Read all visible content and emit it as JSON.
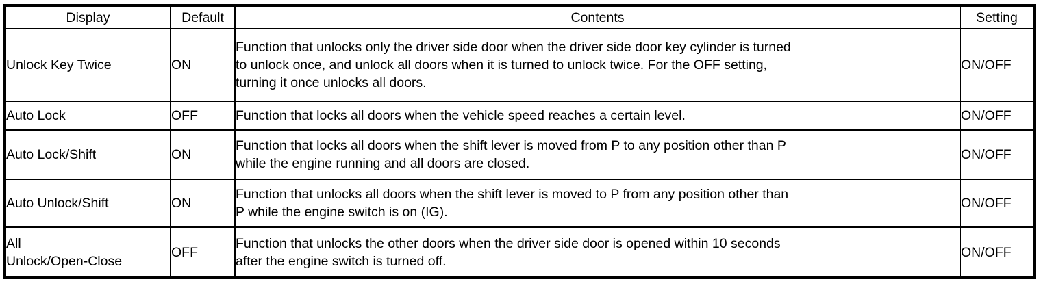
{
  "table": {
    "headers": {
      "display": "Display",
      "default": "Default",
      "contents": "Contents",
      "setting": "Setting"
    },
    "rows": [
      {
        "display_lines": [
          "Unlock Key Twice"
        ],
        "default": "ON",
        "contents_lines": [
          "Function that unlocks only the driver side door when the driver side door key cylinder is turned",
          "to unlock once, and unlock all doors when it is turned to unlock twice. For the OFF setting,",
          "turning it once unlocks all doors."
        ],
        "setting": "ON/OFF"
      },
      {
        "display_lines": [
          "Auto Lock"
        ],
        "default": "OFF",
        "contents_lines": [
          "Function that locks all doors when the vehicle speed reaches a certain level."
        ],
        "setting": "ON/OFF"
      },
      {
        "display_lines": [
          "Auto Lock/Shift"
        ],
        "default": "ON",
        "contents_lines": [
          "Function that locks all doors when the shift lever is moved from P to any position other than P",
          "while the engine running and all doors are closed."
        ],
        "setting": "ON/OFF"
      },
      {
        "display_lines": [
          "Auto Unlock/Shift"
        ],
        "default": "ON",
        "contents_lines": [
          "Function that unlocks all doors when the shift lever is moved to P from any position other than",
          "P while the engine switch is on (IG)."
        ],
        "setting": "ON/OFF"
      },
      {
        "display_lines": [
          "All",
          "Unlock/Open-Close"
        ],
        "default": "OFF",
        "contents_lines": [
          "Function that unlocks the other doors when the driver side door is opened within 10 seconds",
          "after the engine switch is turned off."
        ],
        "setting": "ON/OFF"
      }
    ]
  },
  "colors": {
    "border": "#000000",
    "text": "#000000",
    "background": "#ffffff"
  }
}
